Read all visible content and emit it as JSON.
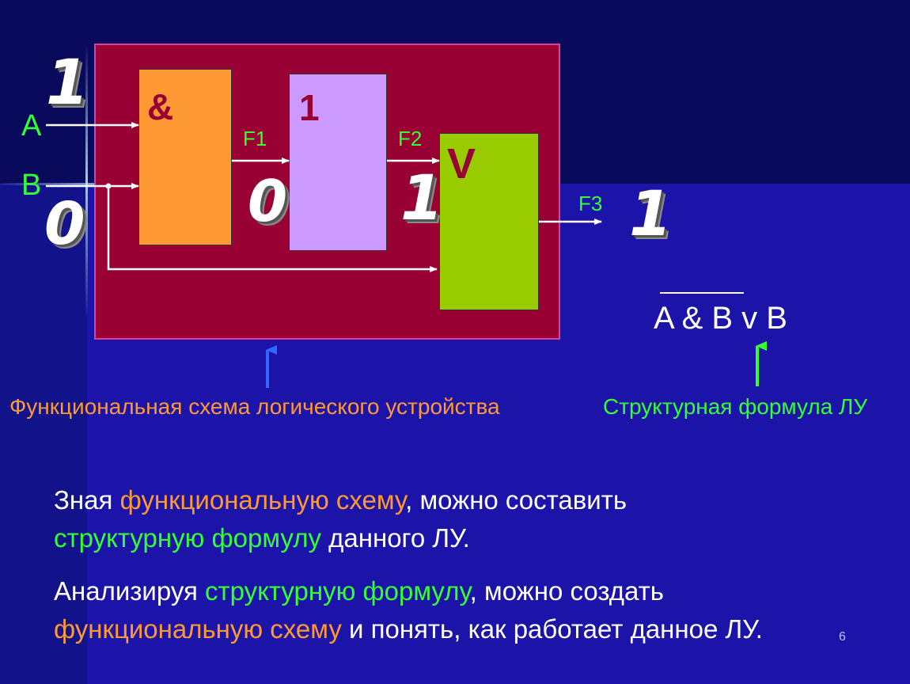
{
  "diagram": {
    "input_a": "A",
    "input_b": "B",
    "value_a": "1",
    "value_b": "0",
    "gate_and_symbol": "&",
    "gate_not_symbol": "1",
    "gate_or_symbol": "V",
    "signal_f1": "F1",
    "signal_f2": "F2",
    "signal_f3": "F3",
    "value_f1": "0",
    "value_f2": "1",
    "value_f3": "1"
  },
  "formula": {
    "text": "A & B v B"
  },
  "captions": {
    "functional_scheme": "Функциональная схема логического устройства",
    "structural_formula": "Структурная формула ЛУ"
  },
  "paragraph1": {
    "p1": "Зная ",
    "p2": "функциональную схему",
    "p3": ", можно составить ",
    "p4": "структурную формулу",
    "p5": " данного ЛУ."
  },
  "paragraph2": {
    "p1": "Анализируя ",
    "p2": "структурную формулу",
    "p3": ", можно создать ",
    "p4": "функциональную схему",
    "p5": " и понять, как работает данное ЛУ."
  },
  "page_number": "6",
  "colors": {
    "panel": "#990033",
    "gate_and": "#ff9933",
    "gate_not": "#cc99ff",
    "gate_or": "#99cc00",
    "accent_green": "#33ff33",
    "accent_orange": "#ff9933",
    "arrow_blue": "#3366ff"
  }
}
